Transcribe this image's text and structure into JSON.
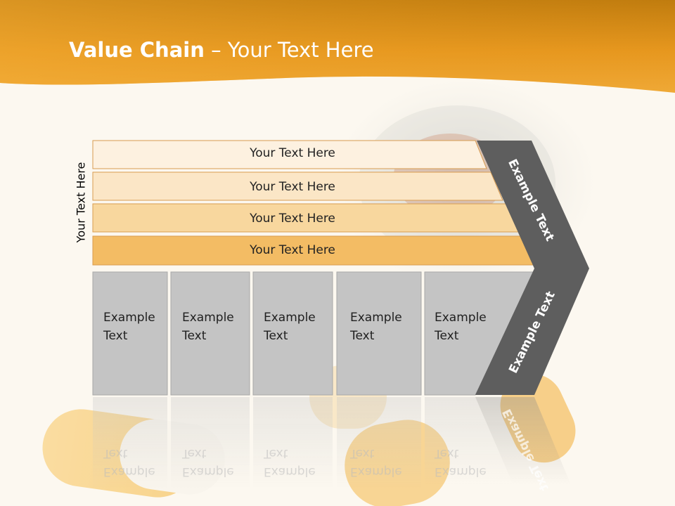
{
  "slide": {
    "title_bold": "Value Chain",
    "title_rest": " – Your Text Here",
    "side_label": "Your Text Here"
  },
  "rows": [
    {
      "label": "Your Text Here",
      "color": "#fdf1e0"
    },
    {
      "label": "Your Text Here",
      "color": "#fbe6c6"
    },
    {
      "label": "Your Text Here",
      "color": "#f8d79e"
    },
    {
      "label": "Your Text Here",
      "color": "#f3bc64"
    }
  ],
  "boxes": [
    {
      "line1": "Example",
      "line2": "Text"
    },
    {
      "line1": "Example",
      "line2": "Text"
    },
    {
      "line1": "Example",
      "line2": "Text"
    },
    {
      "line1": "Example",
      "line2": "Text"
    },
    {
      "line1": "Example",
      "line2": "Text"
    }
  ],
  "chevron": {
    "upper_label": "Example Text",
    "lower_label": "Example Text",
    "color": "#5e5e5e"
  },
  "colors": {
    "header_orange": "#f0a01e",
    "box_gray": "#c4c4c4",
    "background": "#fcf8f0"
  }
}
